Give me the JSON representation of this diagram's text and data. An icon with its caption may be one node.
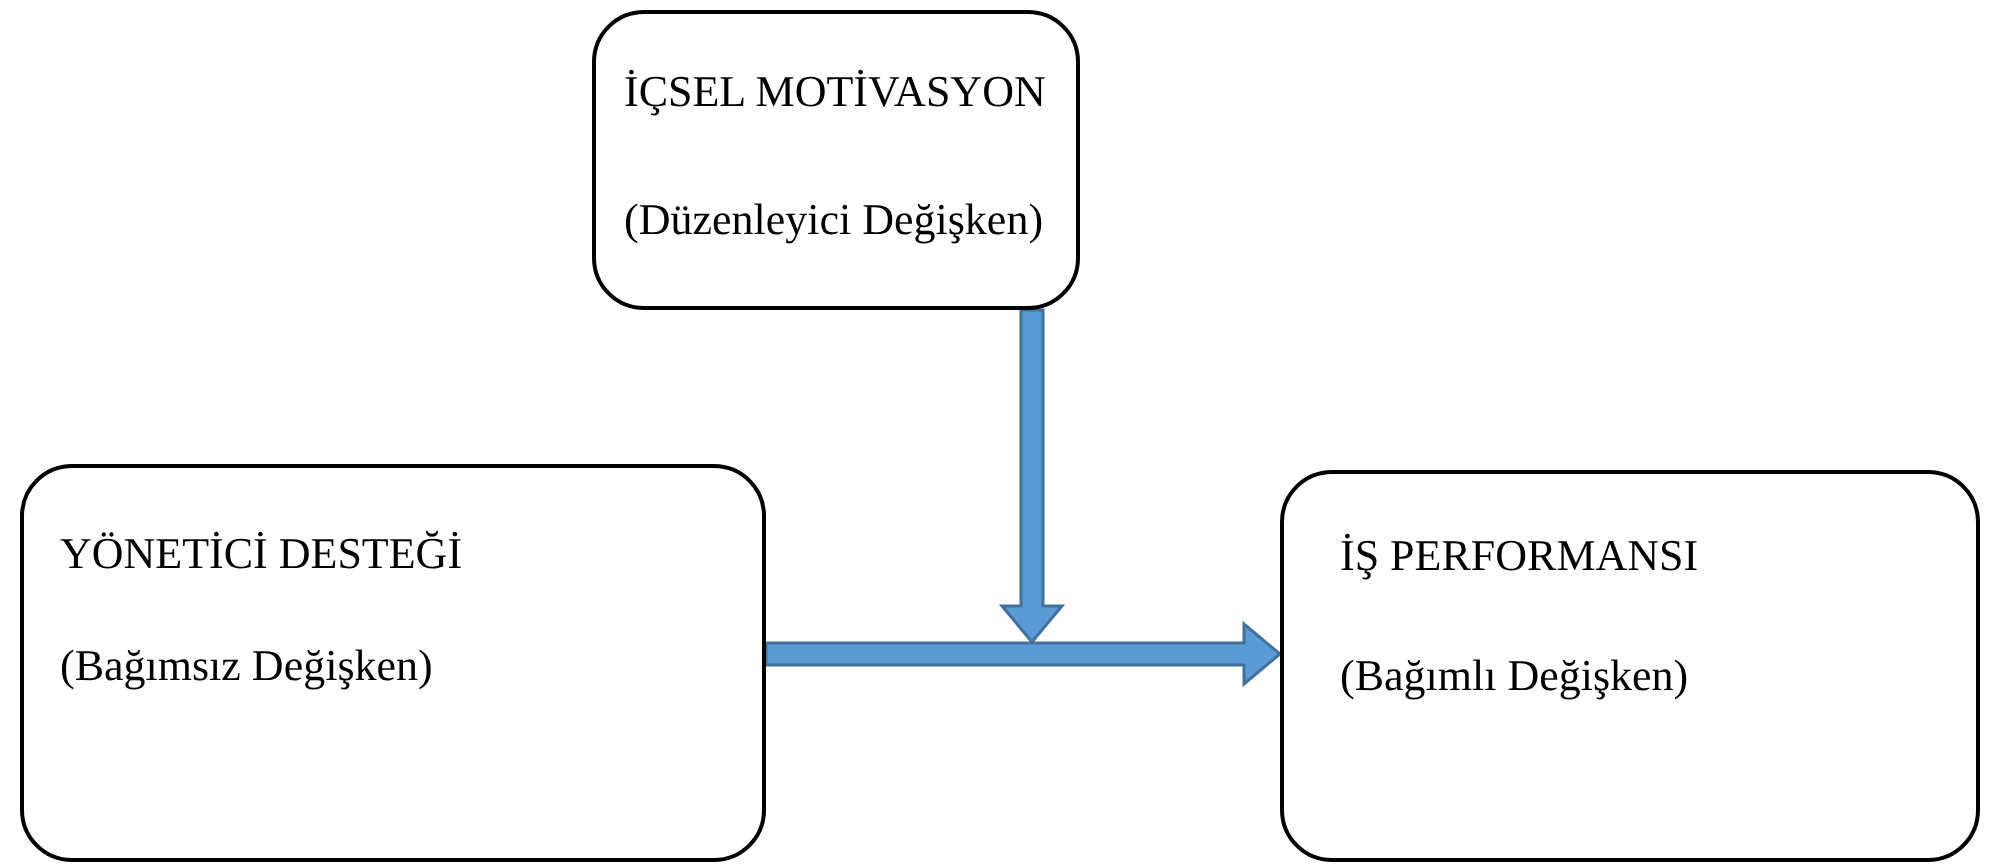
{
  "diagram": {
    "nodes": [
      {
        "text": [
          "İÇSEL MOTİVASYON",
          "(Düzenleyici Değişken)"
        ]
      },
      {
        "text": [
          "YÖNETİCİ DESTEĞİ",
          "(Bağımsız Değişken)"
        ]
      },
      {
        "text": [
          "İŞ PERFORMANSI",
          "(Bağımlı Değişken)"
        ]
      }
    ],
    "edges": [
      {
        "from": 1,
        "to": 2,
        "arrow": "to"
      },
      {
        "from": 0,
        "to": null,
        "arrow": "to"
      }
    ]
  }
}
